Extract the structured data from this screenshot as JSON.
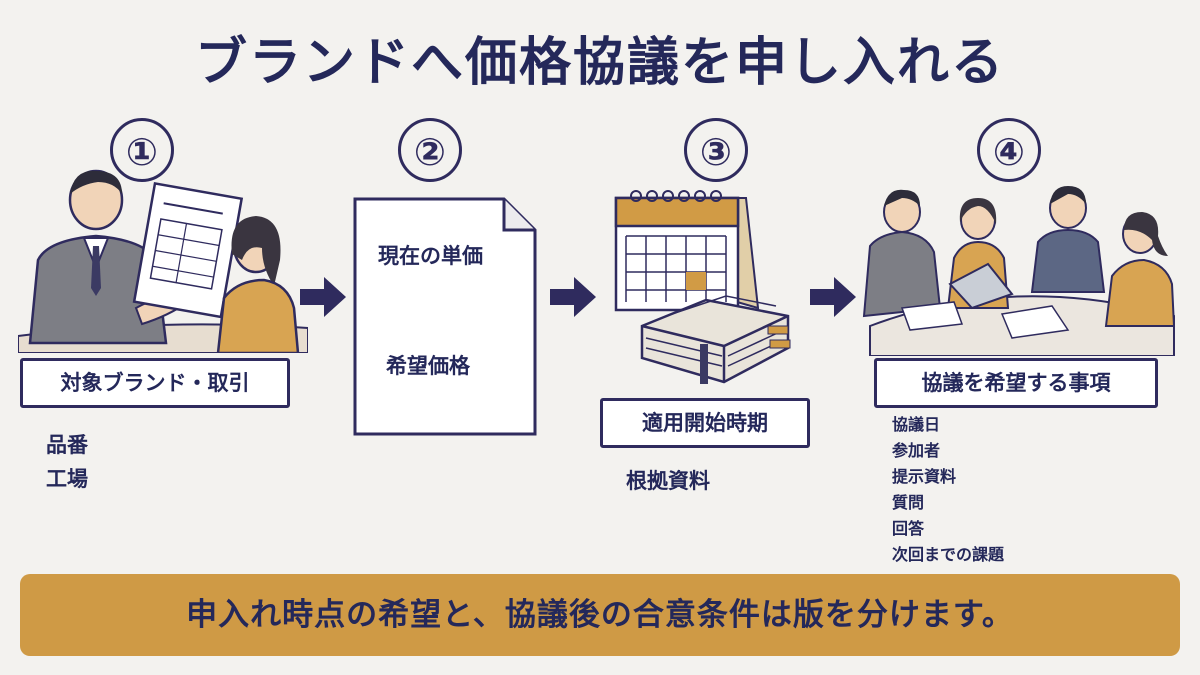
{
  "title": "ブランドへ価格協議を申し入れる",
  "steps": [
    {
      "number": "①",
      "label": "対象ブランド・取引",
      "items": [
        "品番",
        "工場"
      ]
    },
    {
      "number": "②",
      "items": [
        "現在の単価",
        "希望価格"
      ]
    },
    {
      "number": "③",
      "label": "適用開始時期",
      "items": [
        "根拠資料"
      ]
    },
    {
      "number": "④",
      "label": "協議を希望する事項",
      "items": [
        "協議日",
        "参加者",
        "提示資料",
        "質問",
        "回答",
        "次回までの課題"
      ]
    }
  ],
  "banner": "申入れ時点の希望と、協議後の合意条件は版を分けます。",
  "colors": {
    "navy": "#2f2b5e",
    "accent": "#cf9a45",
    "background": "#f3f2ef"
  },
  "icons": [
    "meeting-illustration-icon",
    "document-icon",
    "calendar-icon",
    "binder-stack-icon",
    "team-meeting-icon",
    "arrow-right-icon"
  ]
}
